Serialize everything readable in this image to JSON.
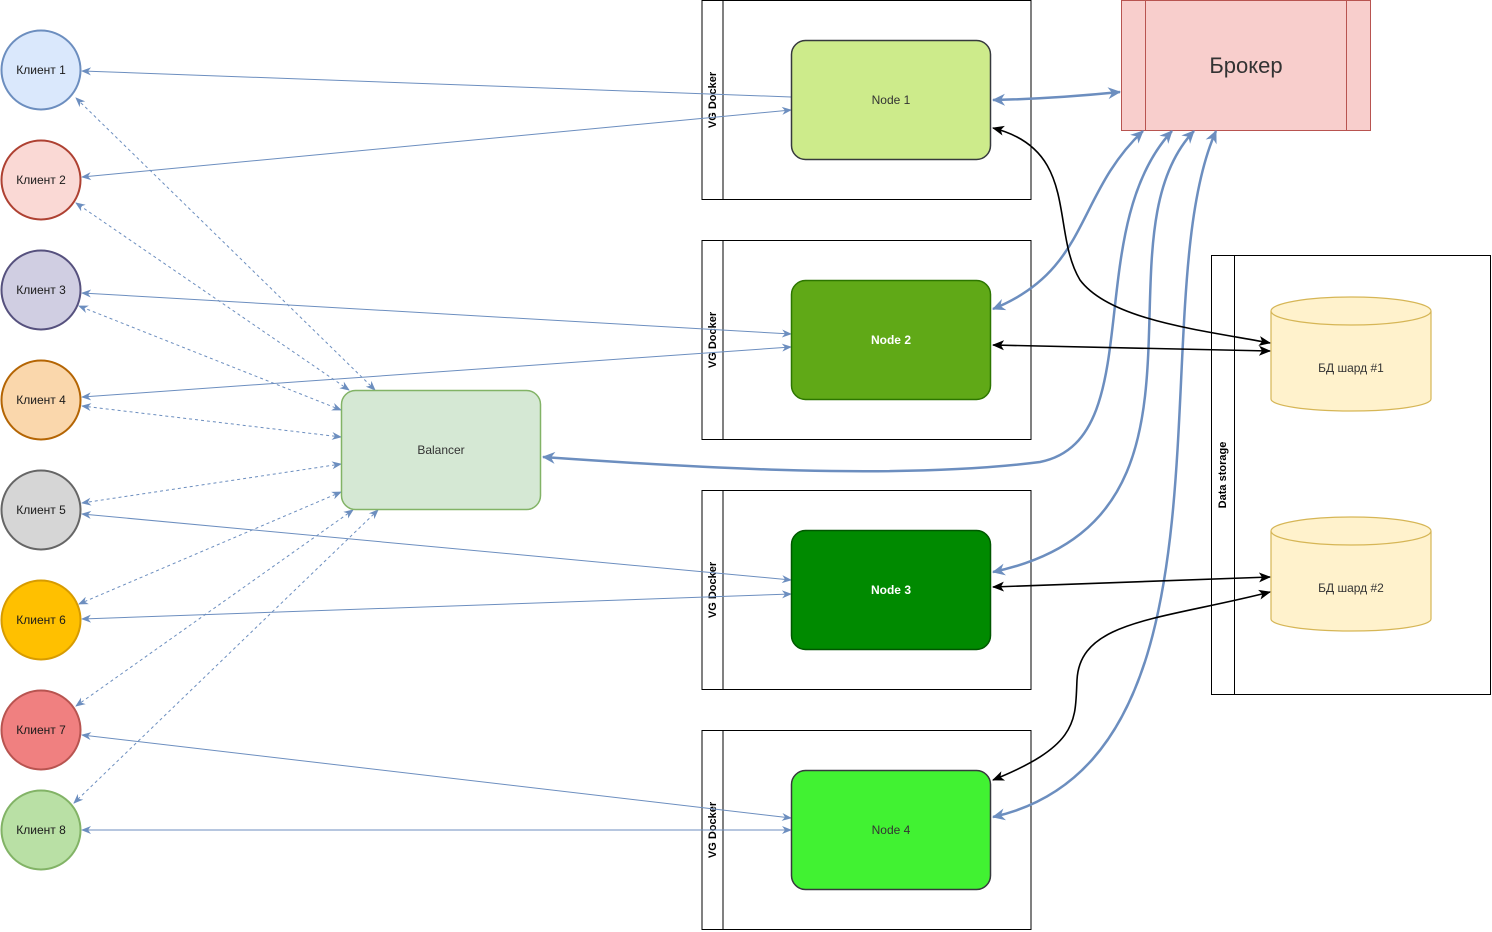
{
  "clients": [
    {
      "label": "Клиент 1",
      "fill": "#dae8fc",
      "stroke": "#6c8ebf"
    },
    {
      "label": "Клиент 2",
      "fill": "#fad9d5",
      "stroke": "#ae4132"
    },
    {
      "label": "Клиент 3",
      "fill": "#d0cee2",
      "stroke": "#56517e"
    },
    {
      "label": "Клиент 4",
      "fill": "#fad7ac",
      "stroke": "#b46504"
    },
    {
      "label": "Клиент 5",
      "fill": "#d6d6d6",
      "stroke": "#666666"
    },
    {
      "label": "Клиент 6",
      "fill": "#ffc000",
      "stroke": "#d79b00"
    },
    {
      "label": "Клиент 7",
      "fill": "#f08080",
      "stroke": "#b85450"
    },
    {
      "label": "Клиент 8",
      "fill": "#b9e0a5",
      "stroke": "#82b366"
    }
  ],
  "balancer": {
    "label": "Balancer",
    "fill": "#d5e8d4",
    "stroke": "#82b366"
  },
  "docker_label": "VG Docker",
  "nodes": [
    {
      "label": "Node 1",
      "fill": "#cdeb8b",
      "stroke": "#36393d",
      "text_color": "#333333"
    },
    {
      "label": "Node 2",
      "fill": "#60a917",
      "stroke": "#2d7600",
      "text_color": "#ffffff"
    },
    {
      "label": "Node 3",
      "fill": "#008a00",
      "stroke": "#005700",
      "text_color": "#ffffff"
    },
    {
      "label": "Node 4",
      "fill": "#41f232",
      "stroke": "#36393d",
      "text_color": "#333333"
    }
  ],
  "broker": {
    "label": "Брокер",
    "fill": "#f8cecc",
    "stroke": "#b85450"
  },
  "storage": {
    "label": "Data storage",
    "shards": [
      {
        "label": "БД шард #1",
        "fill": "#fff2cc",
        "stroke": "#d6b656"
      },
      {
        "label": "БД шард #2",
        "fill": "#fff2cc",
        "stroke": "#d6b656"
      }
    ]
  },
  "colors": {
    "edge_blue": "#6c8ebf",
    "edge_black": "#000000"
  }
}
